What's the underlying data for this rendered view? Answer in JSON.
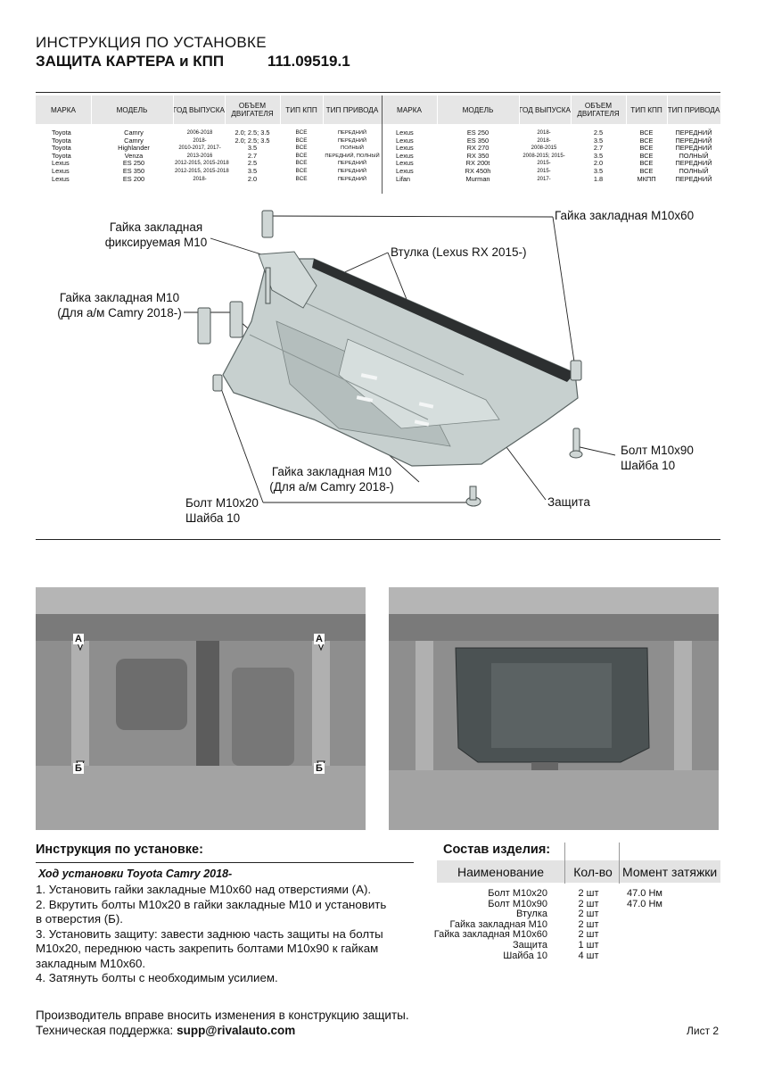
{
  "header": {
    "title": "ИНСТРУКЦИЯ ПО УСТАНОВКЕ",
    "subtitle": "ЗАЩИТА КАРТЕРА и КПП",
    "part_number": "111.09519.1"
  },
  "table": {
    "headers": [
      "МАРКА",
      "МОДЕЛЬ",
      "ГОД ВЫПУСКА",
      "ОБЪЕМ ДВИГАТЕЛЯ",
      "ТИП КПП",
      "ТИП ПРИВОДА"
    ],
    "left": {
      "brands": [
        "Toyota",
        "Toyota",
        "Toyota",
        "Toyota",
        "Lexus",
        "Lexus",
        "Lexus"
      ],
      "models": [
        "Camry",
        "Camry",
        "Highlander",
        "Venza",
        "ES 250",
        "ES 350",
        "ES 200"
      ],
      "years": [
        "2006-2018",
        "2018-",
        "2010-2017, 2017-",
        "2013-2016",
        "2012-2015, 2015-2018",
        "2012-2015, 2015-2018",
        "2018-"
      ],
      "engines": [
        "2.0; 2.5; 3.5",
        "2.0; 2.5; 3.5",
        "3.5",
        "2.7",
        "2.5",
        "3.5",
        "2.0"
      ],
      "gearbox": [
        "ВСЕ",
        "ВСЕ",
        "ВСЕ",
        "ВСЕ",
        "ВСЕ",
        "ВСЕ",
        "ВСЕ"
      ],
      "drive": [
        "ПЕРЕДНИЙ",
        "ПЕРЕДНИЙ",
        "ПОЛНЫЙ",
        "ПЕРЕДНИЙ, ПОЛНЫЙ",
        "ПЕРЕДНИЙ",
        "ПЕРЕДНИЙ",
        "ПЕРЕДНИЙ"
      ]
    },
    "right": {
      "brands": [
        "Lexus",
        "Lexus",
        "Lexus",
        "Lexus",
        "Lexus",
        "Lexus",
        "Lifan"
      ],
      "models": [
        "ES 250",
        "ES 350",
        "RX 270",
        "RX 350",
        "RX 200t",
        "RX 450h",
        "Murman"
      ],
      "years": [
        "2018-",
        "2018-",
        "2008-2015",
        "2008-2015; 2015-",
        "2015-",
        "2015-",
        "2017-"
      ],
      "engines": [
        "2.5",
        "3.5",
        "2.7",
        "3.5",
        "2.0",
        "3.5",
        "1.8"
      ],
      "gearbox": [
        "ВСЕ",
        "ВСЕ",
        "ВСЕ",
        "ВСЕ",
        "ВСЕ",
        "ВСЕ",
        "МКПП"
      ],
      "drive": [
        "ПЕРЕДНИЙ",
        "ПЕРЕДНИЙ",
        "ПЕРЕДНИЙ",
        "ПОЛНЫЙ",
        "ПЕРЕДНИЙ",
        "ПОЛНЫЙ",
        "ПЕРЕДНИЙ"
      ]
    }
  },
  "diagram_labels": {
    "nut_fixed_l1": "Гайка закладная",
    "nut_fixed_l2": "фиксируемая М10",
    "nut_m10x60": "Гайка закладная М10х60",
    "bushing": "Втулка (Lexus RX 2015-)",
    "nut_camry_top_l1": "Гайка закладная М10",
    "nut_camry_top_l2": "(Для а/м Camry 2018-)",
    "bolt_m10x90": "Болт М10х90",
    "washer_right": "Шайба 10",
    "nut_camry_bot_l1": "Гайка закладная М10",
    "nut_camry_bot_l2": "(Для а/м Camry 2018-)",
    "bolt_m10x20": "Болт М10х20",
    "washer_left": "Шайба 10",
    "guard": "Защита"
  },
  "photo_markers": {
    "a": "А",
    "b": "Б"
  },
  "instructions": {
    "title": "Инструкция по установке:",
    "subtitle": "Ход установки Toyota Camry 2018-",
    "step1a": "1. Установить гайки закладные М10х60 над отверстиями (А).",
    "step2a": "2. Вкрутить болты М10х20 в гайки закладные М10 и установить",
    "step2b": "в отверстия (Б).",
    "step3a": "3. Установить защиту: завести заднюю часть защиты на болты",
    "step3b": "М10х20, переднюю часть закрепить болтами М10х90 к гайкам",
    "step3c": "закладным М10х60.",
    "step4": "4. Затянуть болты с необходимым усилием."
  },
  "composition": {
    "title": "Состав изделия:",
    "col_name": "Наименование",
    "col_qty": "Кол-во",
    "col_torque": "Момент затяжки",
    "names": [
      "Болт М10х20",
      "Болт М10х90",
      "Втулка",
      "Гайка закладная М10",
      "Гайка закладная М10х60",
      "Защита",
      "Шайба 10"
    ],
    "qty": [
      "2 шт",
      "2 шт",
      "2 шт",
      "2 шт",
      "2 шт",
      "1 шт",
      "4 шт"
    ],
    "torque": [
      "47.0 Нм",
      "47.0 Нм",
      "",
      "",
      "",
      "",
      ""
    ]
  },
  "footer": {
    "notice": "Производитель вправе вносить изменения в конструкцию защиты.",
    "support_label": "Техническая поддержка:",
    "support_email": "supp@rivalauto.com",
    "sheet": "Лист 2"
  }
}
